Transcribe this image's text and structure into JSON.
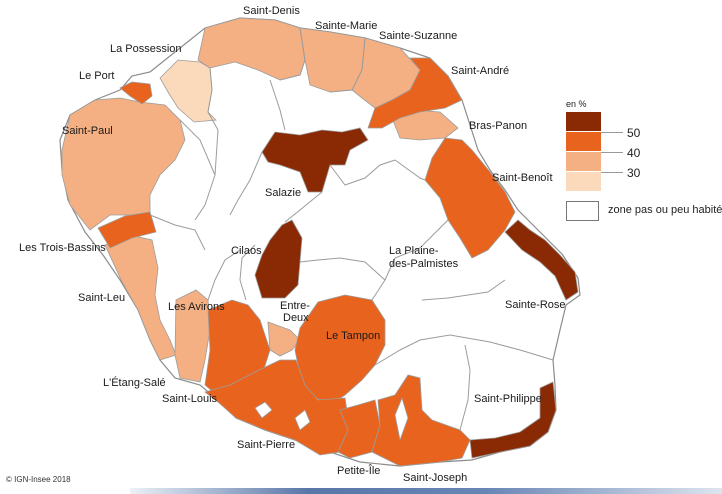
{
  "colors": {
    "c50": "#8a2a05",
    "c40": "#e8641e",
    "c30": "#f4b082",
    "c20": "#fbd9bb",
    "blank": "#ffffff",
    "border": "#9c9c9c"
  },
  "legend": {
    "title": "en %",
    "ticks": [
      "50",
      "40",
      "30"
    ],
    "blank_label": "zone pas ou peu habité"
  },
  "communes": [
    {
      "id": "saint-denis",
      "name": "Saint-Denis"
    },
    {
      "id": "sainte-marie",
      "name": "Sainte-Marie"
    },
    {
      "id": "sainte-suzanne",
      "name": "Sainte-Suzanne"
    },
    {
      "id": "la-possession",
      "name": "La Possession"
    },
    {
      "id": "saint-andre",
      "name": "Saint-André"
    },
    {
      "id": "le-port",
      "name": "Le Port"
    },
    {
      "id": "bras-panon",
      "name": "Bras-Panon"
    },
    {
      "id": "saint-paul",
      "name": "Saint-Paul"
    },
    {
      "id": "saint-benoit",
      "name": "Saint-Benoît"
    },
    {
      "id": "salazie",
      "name": "Salazie"
    },
    {
      "id": "les-trois-bassins",
      "name": "Les Trois-Bassins"
    },
    {
      "id": "cilaos",
      "name": "Cilaos"
    },
    {
      "id": "la-plaine-1",
      "name": "La Plaine-"
    },
    {
      "id": "la-plaine-2",
      "name": "des-Palmistes"
    },
    {
      "id": "saint-leu",
      "name": "Saint-Leu"
    },
    {
      "id": "sainte-rose",
      "name": "Sainte-Rose"
    },
    {
      "id": "les-avirons",
      "name": "Les Avirons"
    },
    {
      "id": "entre-deux-1",
      "name": "Entre-"
    },
    {
      "id": "entre-deux-2",
      "name": "Deux"
    },
    {
      "id": "le-tampon",
      "name": "Le Tampon"
    },
    {
      "id": "l-etang-sale",
      "name": "L'Étang-Salé"
    },
    {
      "id": "saint-louis",
      "name": "Saint-Louis"
    },
    {
      "id": "saint-philippe",
      "name": "Saint-Philippe"
    },
    {
      "id": "saint-pierre",
      "name": "Saint-Pierre"
    },
    {
      "id": "petite-ile",
      "name": "Petite-Île"
    },
    {
      "id": "saint-joseph",
      "name": "Saint-Joseph"
    }
  ],
  "credit": "© IGN-Insee 2018"
}
